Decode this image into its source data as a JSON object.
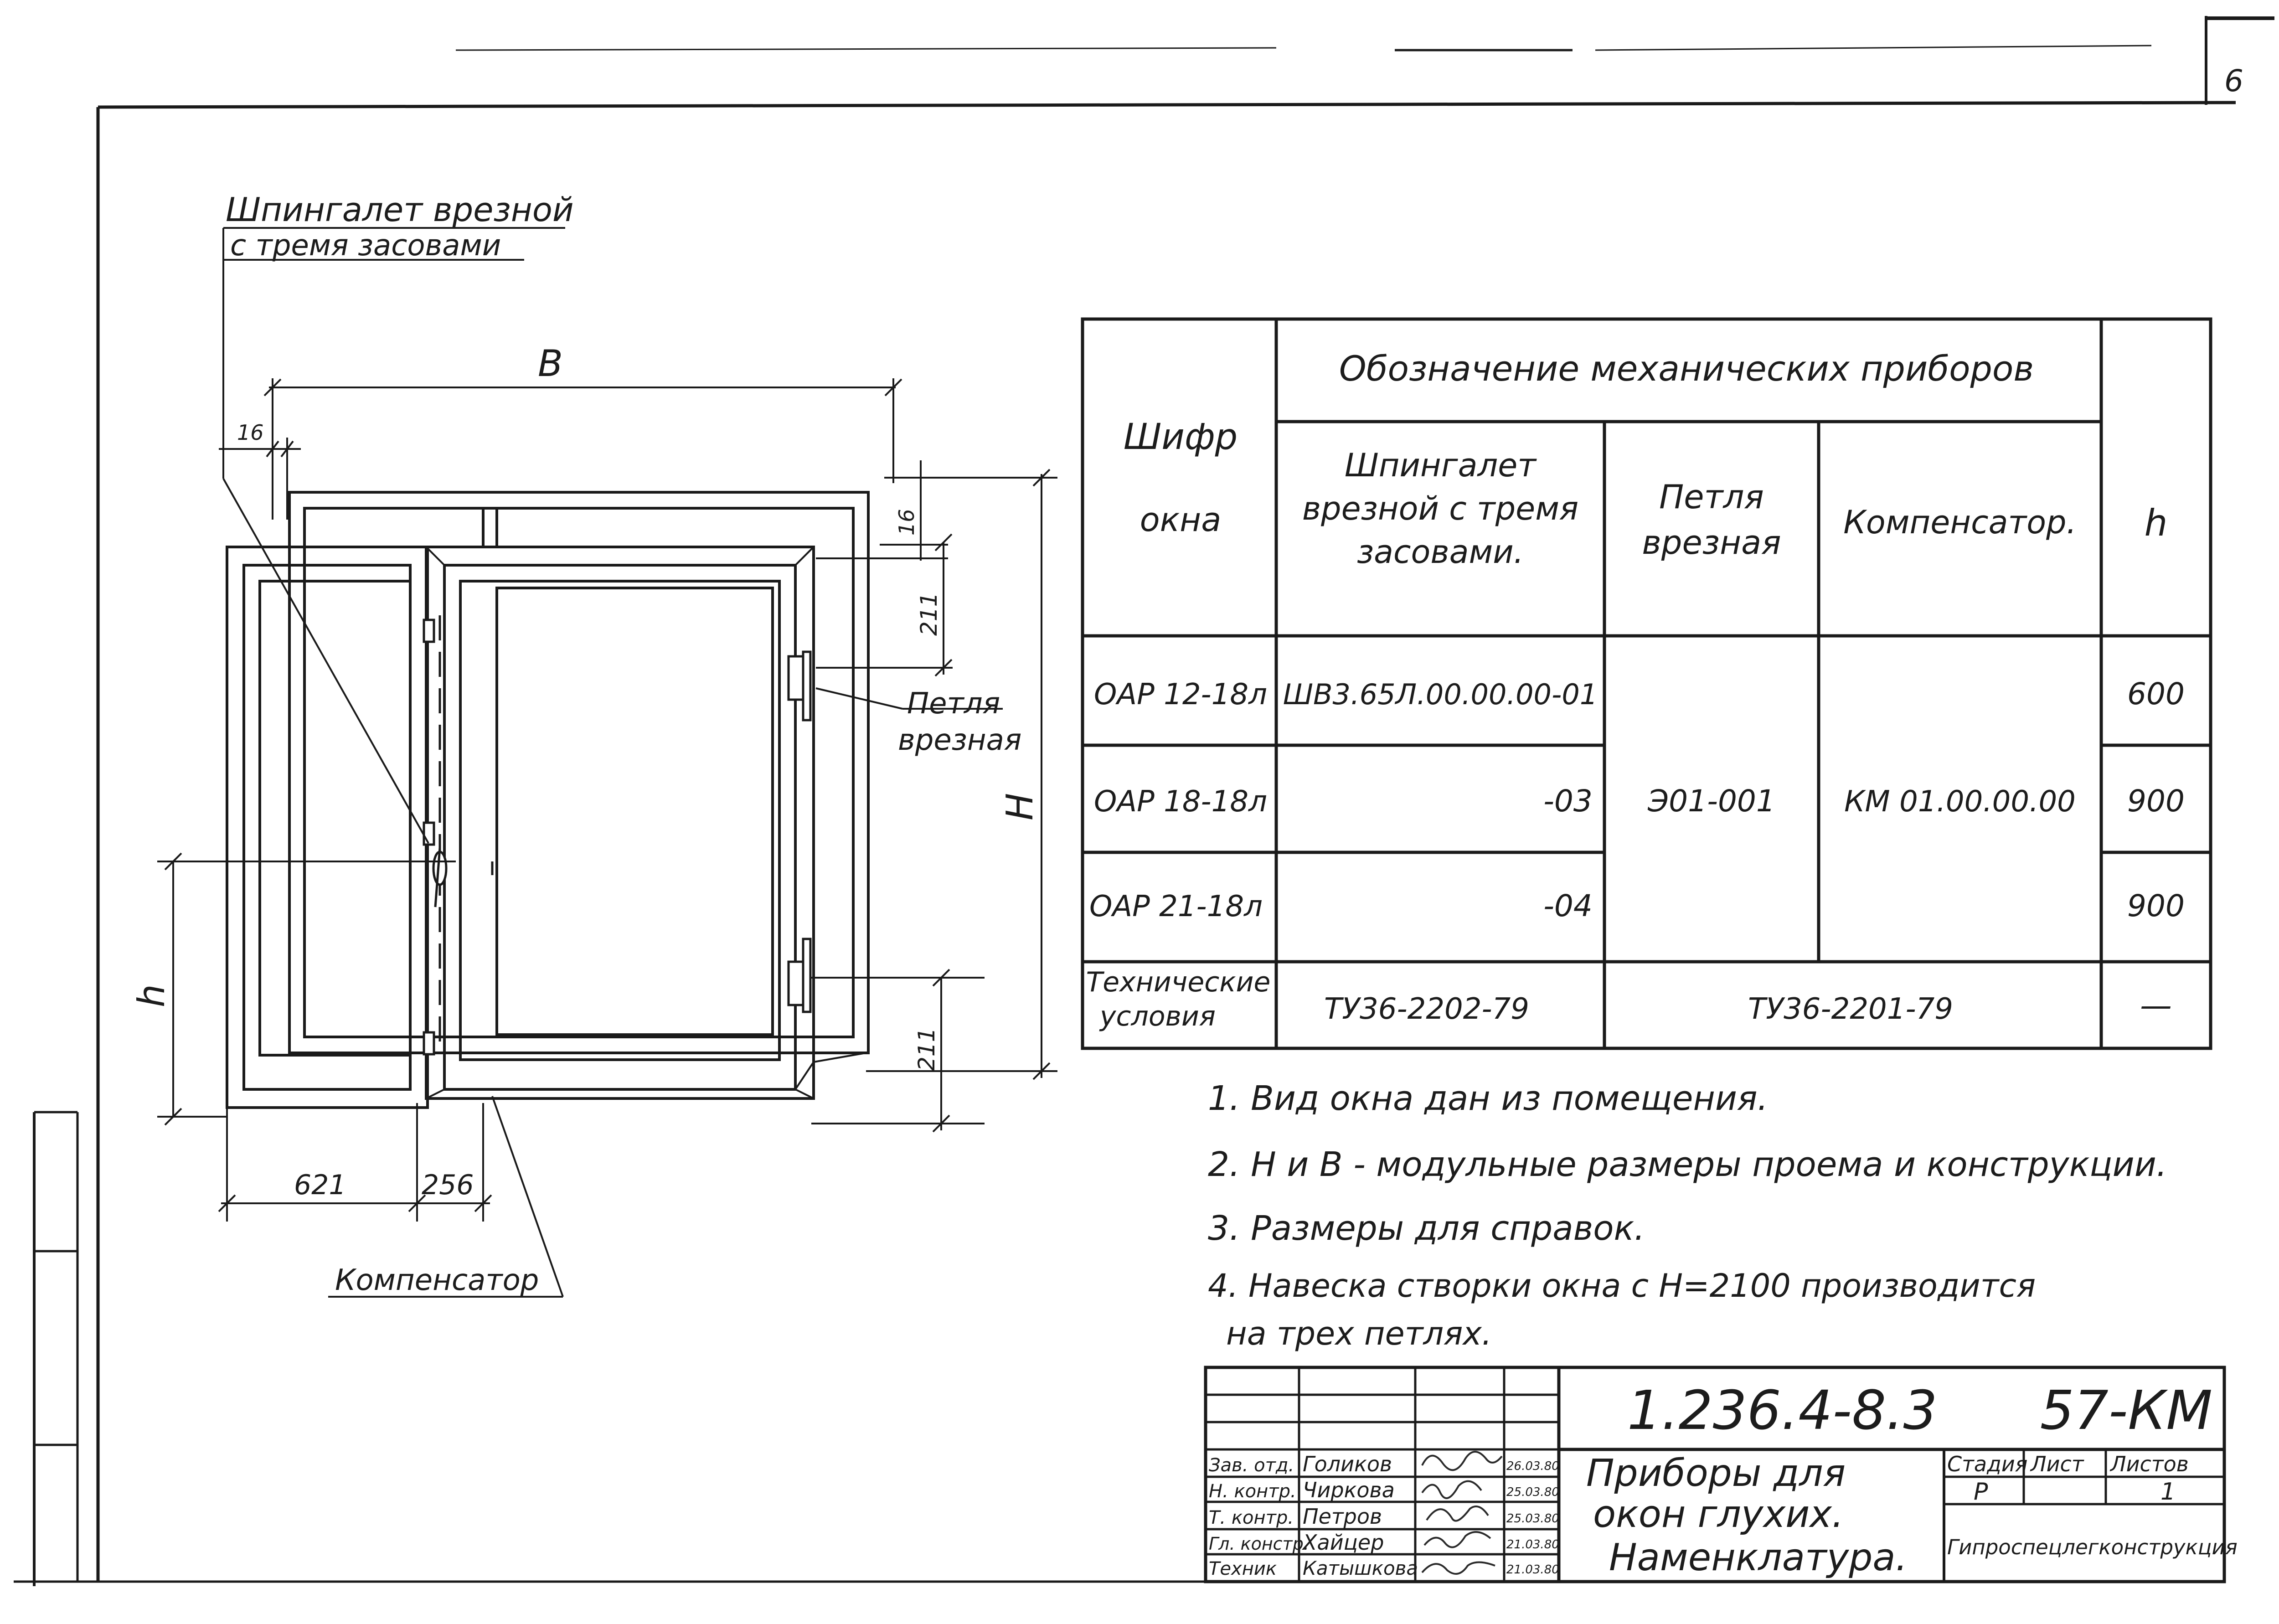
{
  "page_corner_number": "6",
  "drawing": {
    "callout_espagnolette": [
      "Шпингалет врезной",
      "с тремя засовами"
    ],
    "callout_hinge": [
      "Петля",
      "врезная"
    ],
    "callout_compensator": "Компенсатор",
    "dim_B": "B",
    "dim_H": "H",
    "dim_h": "h",
    "dim_16_top": "16",
    "dim_16_right": "16",
    "dim_211_top": "211",
    "dim_211_bottom": "211",
    "dim_621": "621",
    "dim_256": "256"
  },
  "table": {
    "header_code": [
      "Шифр",
      "окна"
    ],
    "header_group": "Обозначение механических приборов",
    "header_espagnolette": [
      "Шпингалет",
      "врезной с тремя",
      "засовами."
    ],
    "header_hinge": [
      "Петля",
      "врезная"
    ],
    "header_compensator": "Компенсатор.",
    "header_h": "h",
    "rows": [
      {
        "code": "ОАР 12-18л",
        "espagnolette": "ШВ3.65Л.00.00.00-01",
        "h": "600"
      },
      {
        "code": "ОАР 18-18л",
        "espagnolette": "-03",
        "h": "900"
      },
      {
        "code": "ОАР 21-18л",
        "espagnolette": "-04",
        "h": "900"
      }
    ],
    "hinge_value": "Э01-001",
    "compensator_value": "КМ 01.00.00.00",
    "tech_label": [
      "Технические",
      "условия"
    ],
    "tech_espagnolette": "ТУ36-2202-79",
    "tech_hinge_comp": "ТУ36-2201-79",
    "tech_h": "—"
  },
  "notes": [
    "1. Вид окна дан из помещения.",
    "2. H и B - модульные размеры проема и конструкции.",
    "3. Размеры для справок.",
    "4. Навеска створки окна с H=2100 производится",
    "на трех петлях."
  ],
  "title_block": {
    "doc_code": "1.236.4-8.3      57-КМ",
    "title": [
      "Приборы для",
      "окон глухих.",
      "Наменклатура."
    ],
    "stage_label": "Стадия",
    "sheet_label": "Лист",
    "sheets_label": "Листов",
    "stage_value": "Р",
    "sheets_value": "1",
    "org": "Гипроспецлегконструкция",
    "staff": [
      {
        "role": "Зав. отд.",
        "name": "Голиков",
        "date": "26.03.80"
      },
      {
        "role": "Н. контр.",
        "name": "Чиркова",
        "date": "25.03.80"
      },
      {
        "role": "Т. контр.",
        "name": "Петров",
        "date": "25.03.80"
      },
      {
        "role": "Гл. констр.",
        "name": "Хайцер",
        "date": "21.03.80"
      },
      {
        "role": "Техник",
        "name": "Катышкова",
        "date": "21.03.80"
      }
    ]
  }
}
